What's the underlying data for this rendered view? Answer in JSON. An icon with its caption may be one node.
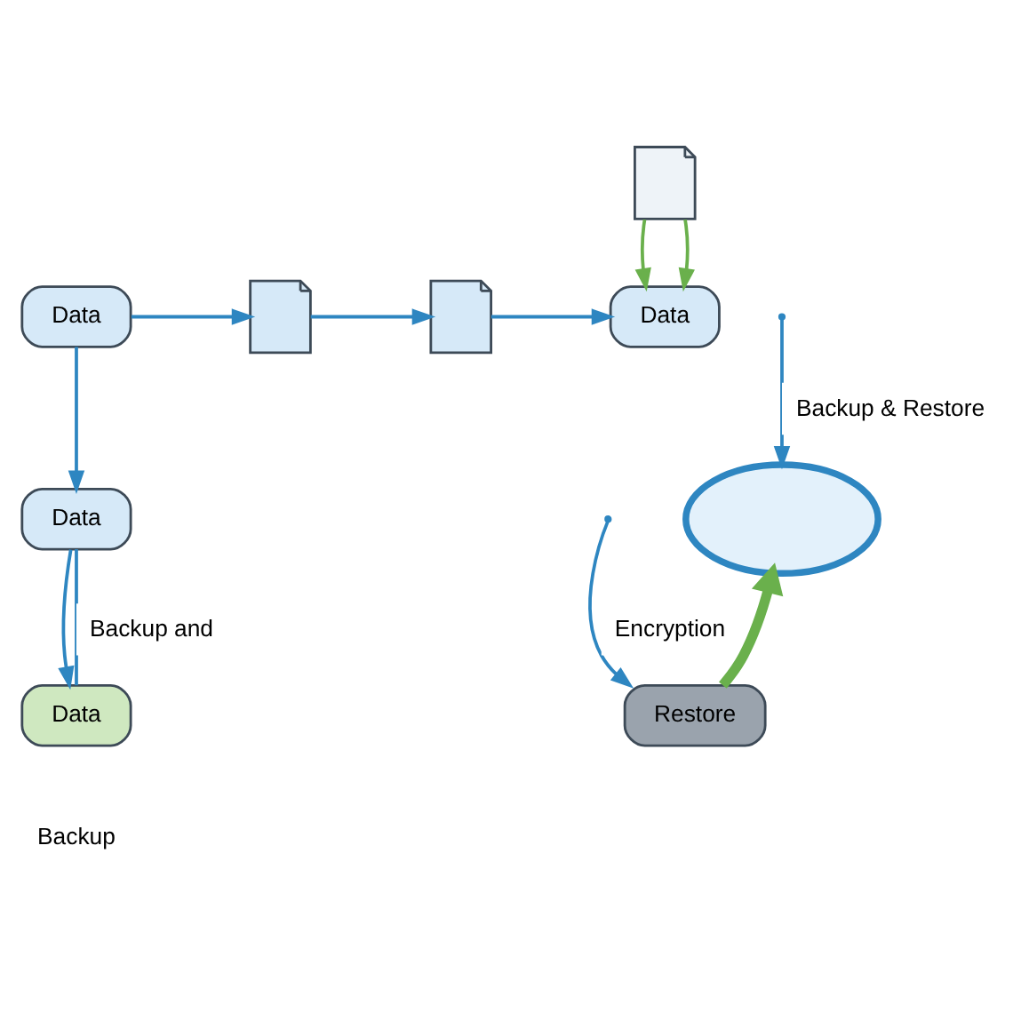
{
  "diagram": {
    "nodes": [
      {
        "text": [],
        "shape": "picture"
      },
      {
        "text": [
          "Data"
        ]
      },
      {
        "text": [],
        "shape": "picture"
      },
      {
        "text": [],
        "shape": "picture"
      },
      {
        "text": [
          "Data"
        ]
      },
      {
        "text": [],
        "shape": "cloud"
      },
      {
        "text": [
          "Data"
        ]
      },
      {
        "text": [
          "Restore"
        ]
      },
      {
        "text": [
          "Data"
        ]
      }
    ],
    "edges": [
      {
        "from": 1,
        "to": 2,
        "arrow": "to"
      },
      {
        "from": 2,
        "to": 3,
        "arrow": "to"
      },
      {
        "from": 3,
        "to": 4,
        "arrow": "to"
      },
      {
        "from": 0,
        "to": 4,
        "arrow": "to",
        "color": "#6ab04c"
      },
      {
        "from": 0,
        "to": 4,
        "arrow": "to",
        "color": "#6ab04c"
      },
      {
        "from": 1,
        "to": 6,
        "arrow": "to"
      },
      {
        "from": 6,
        "to": 8,
        "arrow": "to"
      },
      {
        "from": 6,
        "to": 8,
        "arrow": "none",
        "label": "Backup and"
      },
      {
        "from": null,
        "to": 5,
        "arrow": "to",
        "label": "Backup & Restore"
      },
      {
        "from": null,
        "to": 7,
        "arrow": "to",
        "label": "Encryption"
      },
      {
        "from": 7,
        "to": 5,
        "arrow": "to",
        "style": "thick",
        "color": "#6ab04c"
      }
    ],
    "labels": [
      "Backup"
    ]
  }
}
